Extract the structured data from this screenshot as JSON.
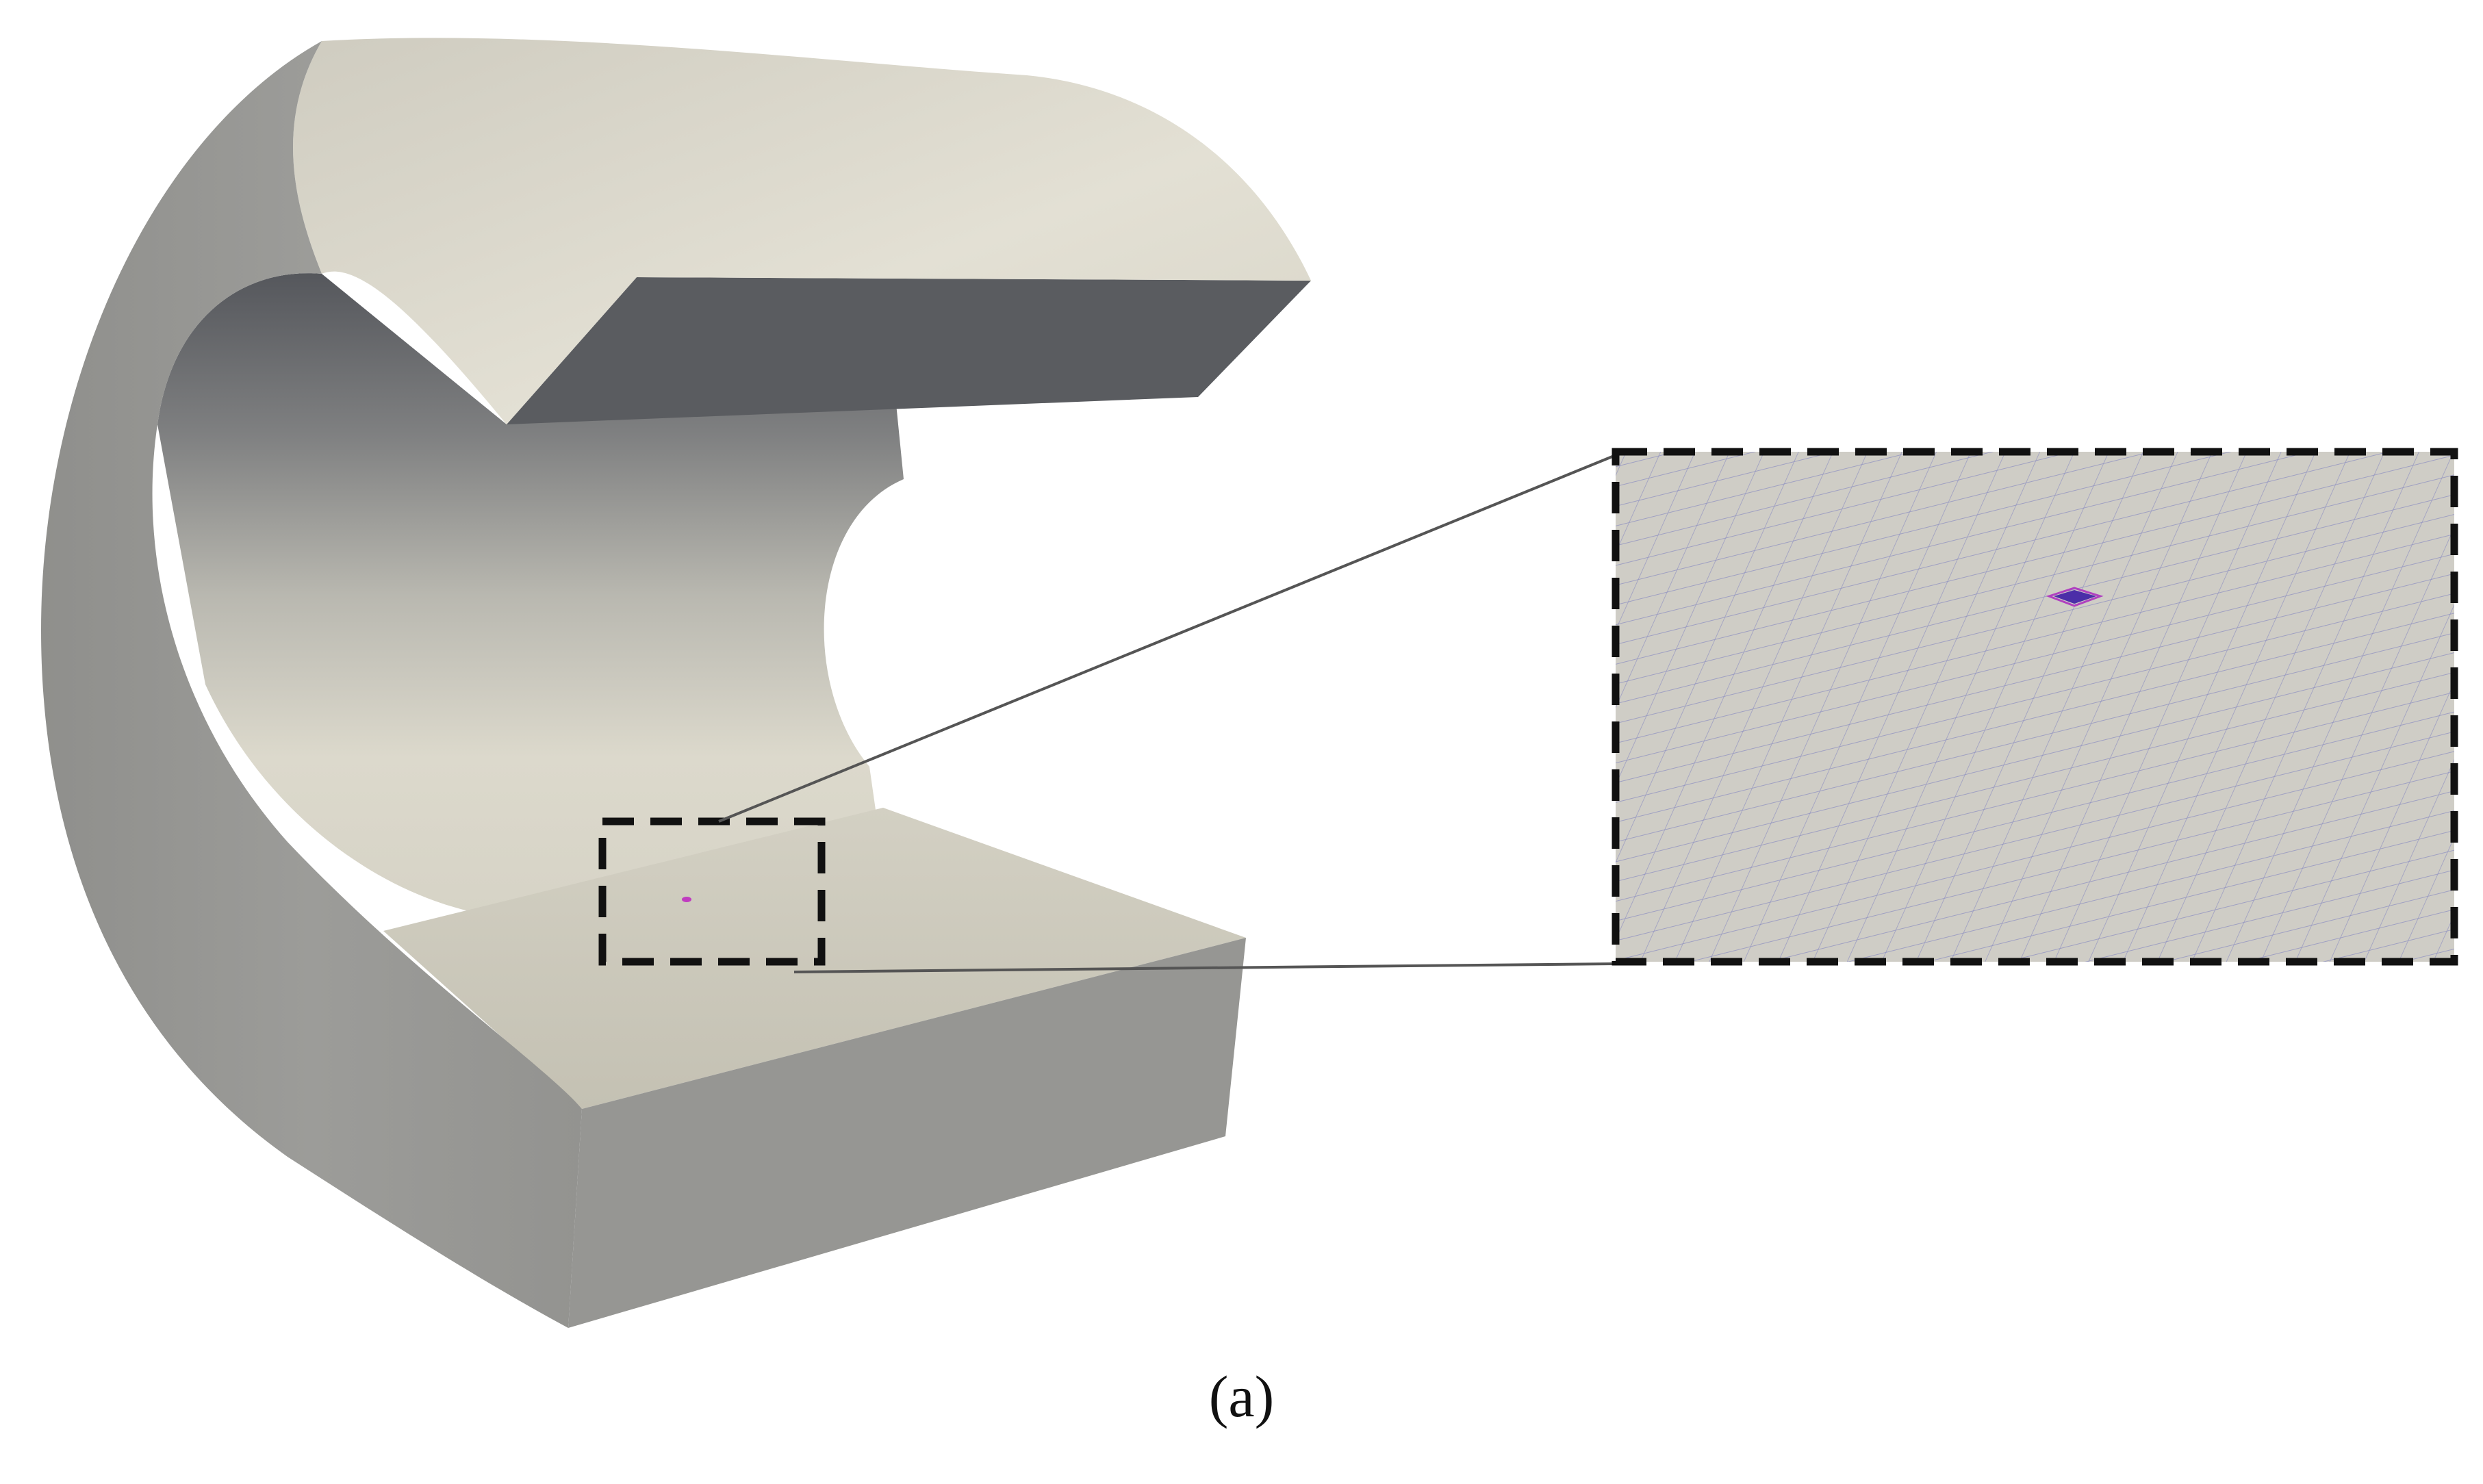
{
  "caption": "(a)",
  "colors": {
    "background": "#ffffff",
    "outer_wall": "#979794",
    "top_surface": "#dcd9cc",
    "inner_surface_dark": "#5a5c60",
    "inner_surface_light": "#d8d5c8",
    "bottom_surface": "#cac7b9",
    "mesh_background": "#cfcdc6",
    "mesh_lines": "#8a8cc0",
    "defect_marker": "#4b2ea8",
    "highlight_box": "#111111",
    "leader_lines": "#555555"
  },
  "objects": {
    "part": "c-shaped-shell",
    "defect": "defect-marker",
    "zoom_region": "dashed-selection-box",
    "inset": "magnified-mesh-inset"
  }
}
